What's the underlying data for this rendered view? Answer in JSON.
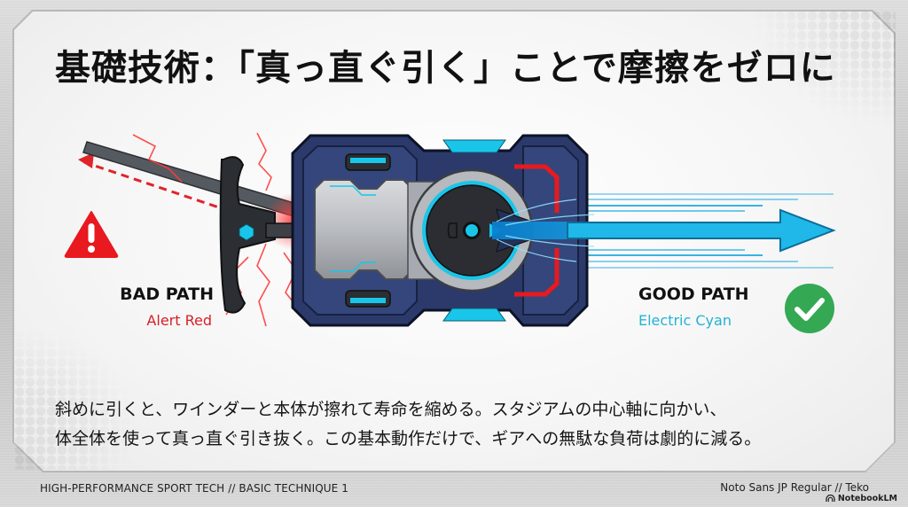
{
  "slide": {
    "title": "基礎技術：「真っ直ぐ引く」ことで摩擦をゼロに",
    "bad_path": {
      "label": "BAD PATH",
      "sublabel": "Alert Red",
      "icon": "warning-triangle-icon",
      "color": "#e8191f"
    },
    "good_path": {
      "label": "GOOD PATH",
      "sublabel": "Electric Cyan",
      "icon": "check-circle-icon",
      "color": "#22b3d6",
      "check_color": "#34a853"
    },
    "body": {
      "line1": "斜めに引くと、ワインダーと本体が擦れて寿命を縮める。スタジアムの中心軸に向かい、",
      "line2": "体全体を使って真っ直ぐ引き抜く。この基本動作だけで、ギアへの無駄な負荷は劇的に減る。"
    },
    "illustration": {
      "device": "launcher-device",
      "accent_cyan": "#19c6ea",
      "accent_red": "#e8191f",
      "body_navy": "#2b3a6b"
    }
  },
  "footer": {
    "left": "HIGH-PERFORMANCE SPORT TECH // BASIC TECHNIQUE 1",
    "right": "Noto Sans JP Regular // Teko",
    "brand": "NotebookLM"
  }
}
